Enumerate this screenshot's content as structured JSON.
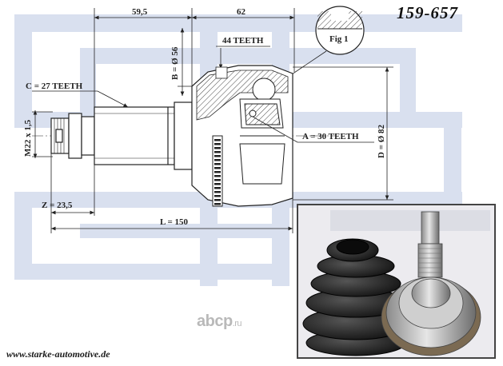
{
  "part_number": "159-657",
  "website": "www.starke-automotive.de",
  "brand_watermark": {
    "name": "abcp",
    "tld": ".ru"
  },
  "dimensions": {
    "left_length": "59,5",
    "right_length": "62",
    "b_diameter": "B = Ø 56",
    "outer_teeth": "44 TEETH",
    "c_teeth": "C = 27 TEETH",
    "thread": "M22 x 1,5",
    "a_teeth": "A = 30 TEETH",
    "d_diameter": "D = Ø 82",
    "z_length": "Z = 23,5",
    "total_length": "L = 150",
    "figure": "Fig 1"
  },
  "colors": {
    "watermark": "#d9e0ef",
    "line": "#222222",
    "hatch": "#444444"
  }
}
